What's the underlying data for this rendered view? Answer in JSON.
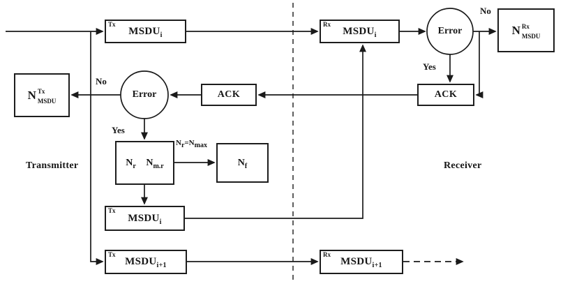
{
  "colors": {
    "ink": "#1a1a1a",
    "background": "#ffffff"
  },
  "regions": {
    "transmitter": "Transmitter",
    "receiver": "Receiver"
  },
  "decisions": {
    "error_right": "Error",
    "error_left": "Error"
  },
  "branch_labels": {
    "no_right": "No",
    "yes_right": "Yes",
    "no_left": "No",
    "yes_left": "Yes"
  },
  "condition": {
    "main1": "N",
    "sub1": "r",
    "mid": "=N",
    "sub2": "max"
  },
  "boxes": {
    "tx_msdu_top": {
      "corner": "Tx",
      "label": "MSDU",
      "sub": "i"
    },
    "rx_msdu": {
      "corner": "Rx",
      "label": "MSDU",
      "sub": "i"
    },
    "n_rx_msdu": {
      "main": "N",
      "sup": "Rx",
      "sub": "MSDU"
    },
    "ack_right": {
      "label": "ACK"
    },
    "ack_left": {
      "label": "ACK"
    },
    "n_tx_msdu": {
      "main": "N",
      "sup": "Tx",
      "sub": "MSDU"
    },
    "counters": {
      "left_main": "N",
      "left_sub": "r",
      "right_main": "N",
      "right_sub": "m.r"
    },
    "n_f": {
      "main": "N",
      "sub": "f"
    },
    "tx_msdu_retx": {
      "corner": "Tx",
      "label": "MSDU",
      "sub": "i"
    },
    "tx_msdu_next": {
      "corner": "Tx",
      "label": "MSDU",
      "sub": "i+1"
    },
    "rx_msdu_next": {
      "corner": "Rx",
      "label": "MSDU",
      "sub": "i+1"
    }
  }
}
